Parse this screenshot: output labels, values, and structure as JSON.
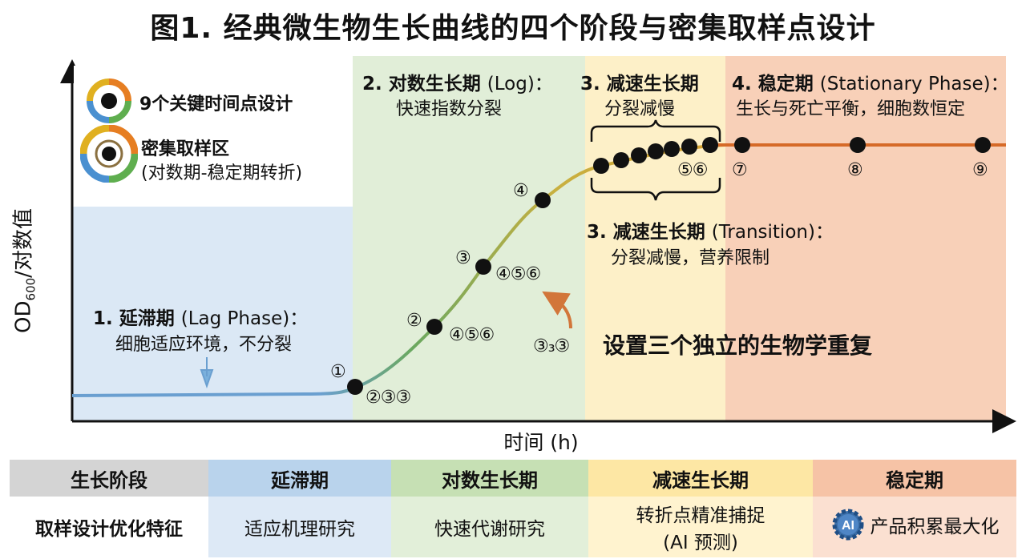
{
  "title": "图1. 经典微生物生长曲线的四个阶段与密集取样点设计",
  "axes": {
    "y_label_main": "OD",
    "y_label_sub": "600",
    "y_label_rest": "/对数值",
    "x_label": "时间 (h)"
  },
  "legend": {
    "key_points": "9个关键时间点设计",
    "dense_zone_title": "密集取样区",
    "dense_zone_sub": "(对数期-稳定期转折)"
  },
  "phases": [
    {
      "heading": "1. 延滞期",
      "en": "(Lag Phase)：",
      "sub": "细胞适应环境，不分裂",
      "color": "#dbe8f5"
    },
    {
      "heading": "2. 对数生长期",
      "en": "(Log)：",
      "sub": "快速指数分裂",
      "color": "#e1eed8"
    },
    {
      "heading": "3. 减速生长期",
      "en": "",
      "sub": "分裂减慢",
      "color": "#fdf0c8"
    },
    {
      "heading": "4. 稳定期",
      "en": "(Stationary Phase)：",
      "sub": "生长与死亡平衡，细胞数恒定",
      "color": "#f8d0b8"
    }
  ],
  "transition": {
    "heading": "3. 减速生长期",
    "en": "(Transition)：",
    "sub": "分裂减慢，营养限制"
  },
  "point_labels": {
    "p1": "①",
    "p1_reps": "②③③",
    "p2": "②",
    "p2_reps": "④⑤⑥",
    "p3": "③",
    "p3_reps": "④⑤⑥",
    "p4": "④",
    "p56": "⑤⑥",
    "p7": "⑦",
    "p8": "⑧",
    "p9": "⑨",
    "reps_group": "③₃③"
  },
  "replicates_note": "设置三个独立的生物学重复",
  "table": {
    "header": [
      "生长阶段",
      "延滞期",
      "对数生长期",
      "减速生长期",
      "稳定期"
    ],
    "row_label": "取样设计优化特征",
    "row": [
      "适应机理研究",
      "快速代谢研究",
      "转折点精准捕捉",
      "产品积累最大化"
    ],
    "row_ai_note": "(AI 预测)",
    "ai_badge": "AI"
  },
  "colors": {
    "lag_curve": "#6a9fd0",
    "log_curve": "#6aa860",
    "transition_curve": "#c8b040",
    "stationary_curve": "#d66a28",
    "axis": "#111111",
    "arrow_orange": "#d2763a"
  }
}
